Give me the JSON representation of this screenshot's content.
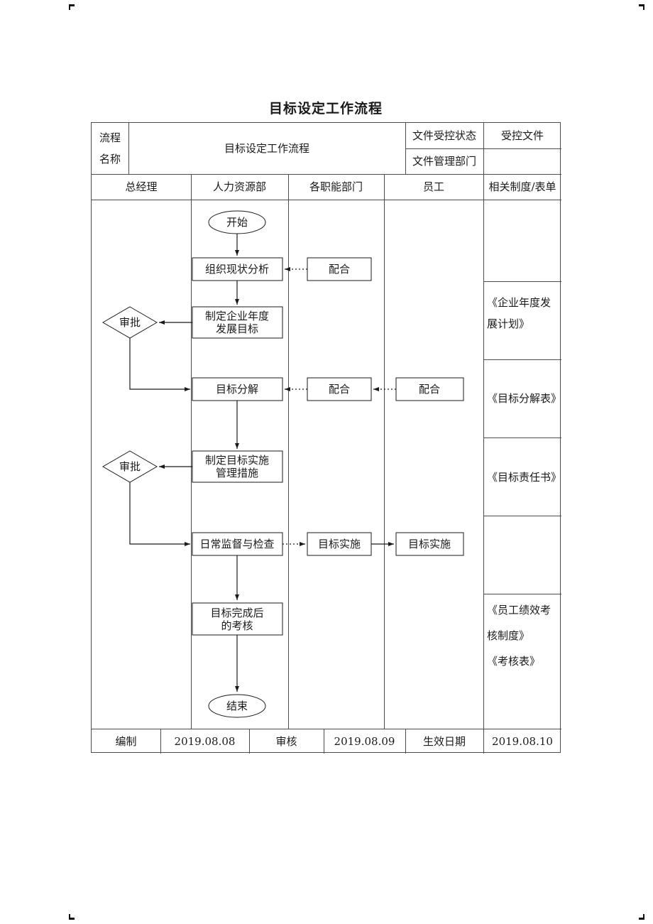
{
  "title": "目标设定工作流程",
  "header": {
    "process_label": [
      "流程",
      "名称"
    ],
    "process_name": "目标设定工作流程",
    "control_status_label": "文件受控状态",
    "control_status_value": "受控文件",
    "management_dept_label": "文件管理部门"
  },
  "lanes": {
    "gm": "总经理",
    "hr": "人力资源部",
    "functional": "各职能部门",
    "staff": "员工",
    "docs": "相关制度/表单"
  },
  "flow": {
    "start": "开始",
    "org_analysis": "组织现状分析",
    "cooperate_1": "配合",
    "annual_goal": [
      "制定企业年度",
      "发展目标"
    ],
    "approve_1": "审批",
    "decompose": "目标分解",
    "cooperate_2": "配合",
    "cooperate_3": "配合",
    "measures": [
      "制定目标实施",
      "管理措施"
    ],
    "approve_2": "审批",
    "supervise": "日常监督与检查",
    "implement_1": "目标实施",
    "implement_2": "目标实施",
    "assessment": [
      "目标完成后",
      "的考核"
    ],
    "end": "结束"
  },
  "documents": {
    "annual_plan": [
      "《企业年度发",
      "展计划》"
    ],
    "decompose_table": "《目标分解表》",
    "responsibility": "《目标责任书》",
    "assessment_docs": [
      "《员工绩效考",
      "核制度》",
      "《考核表》"
    ]
  },
  "footer": {
    "prepared_label": "编制",
    "prepared_date": "2019.08.08",
    "reviewed_label": "审核",
    "reviewed_date": "2019.08.09",
    "effective_label": "生效日期",
    "effective_date": "2019.08.10"
  }
}
